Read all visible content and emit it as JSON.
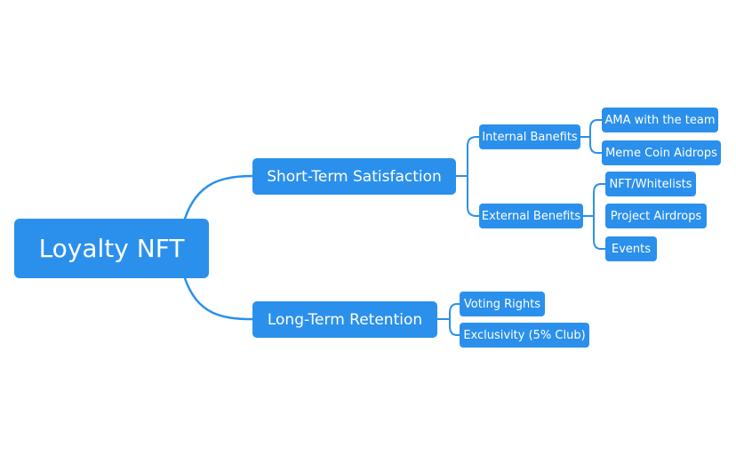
{
  "mindmap": {
    "root": {
      "label": "Loyalty NFT"
    },
    "short_term": {
      "label": "Short-Term Satisfaction",
      "internal": {
        "label": "Internal Banefits",
        "children": [
          "AMA with the team",
          "Meme Coin Aidrops"
        ]
      },
      "external": {
        "label": "External Benefits",
        "children": [
          "NFT/Whitelists",
          "Project Airdrops",
          "Events"
        ]
      }
    },
    "long_term": {
      "label": "Long-Term Retention",
      "children": [
        "Voting Rights",
        "Exclusivity (5% Club)"
      ]
    },
    "colors": {
      "node": "#2b90ec",
      "text": "#ffffff",
      "connector": "#2b90ec"
    }
  }
}
